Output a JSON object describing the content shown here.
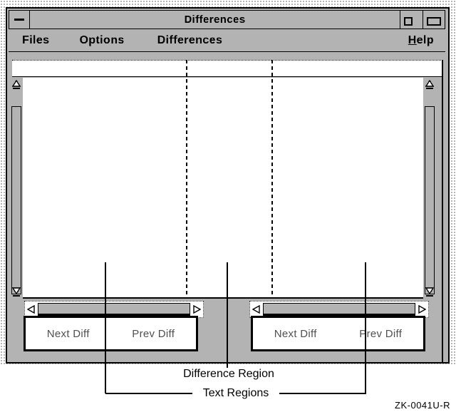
{
  "window": {
    "title": "Differences"
  },
  "menubar": {
    "items": [
      {
        "label": "Files"
      },
      {
        "label": "Options"
      },
      {
        "label": "Differences"
      },
      {
        "label": "Help"
      }
    ]
  },
  "panels": [
    {
      "next": "Next Diff",
      "prev": "Prev Diff"
    },
    {
      "next": "Next Diff",
      "prev": "Prev Diff"
    }
  ],
  "annotations": {
    "difference_region": "Difference Region",
    "text_regions": "Text Regions",
    "figure_id": "ZK-0041U-R"
  },
  "icons": {
    "system_menu": "system-menu-dash",
    "minimize": "minimize-square",
    "maximize": "maximize-rectangle",
    "scroll_up": "triangle-up",
    "scroll_down": "triangle-down",
    "scroll_left": "triangle-left",
    "scroll_right": "triangle-right"
  }
}
